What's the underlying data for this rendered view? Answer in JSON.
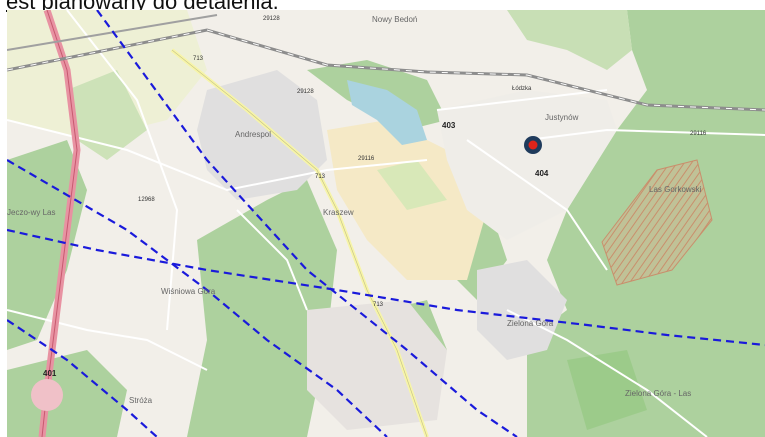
{
  "caption": "est planowany do detalenia.",
  "map": {
    "places": {
      "nowy_bedon": "Nowy Bedoń",
      "andrespol": "Andrespol",
      "justynow": "Justynów",
      "lodzka": "Łódzka",
      "kraszew": "Kraszew",
      "las_gorkowski": "Las Gorkowski",
      "wisniowa_gora": "Wiśniowa Góra",
      "zielona_gora": "Zielona Góra",
      "zielona_gora_las": "Zielona Góra - Las",
      "stroza": "Stróża",
      "jeczo_wy_las": "Jeczo-wy Las"
    },
    "road_numbers": {
      "r29128": "29128",
      "r713": "713",
      "r29128b": "29128",
      "r403": "403",
      "r404": "404",
      "r401": "401",
      "r29116": "29116",
      "r29116b": "29116",
      "r12968": "12968",
      "r713b": "713",
      "r713c": "713"
    },
    "marker": {
      "fill": "#e0241a",
      "ring": "#1f3b5c"
    },
    "colors": {
      "forest": "#add19e",
      "forest_dark": "#9ccb8a",
      "background": "#f2efe9",
      "farmland": "#eef0d5",
      "residential": "#e0dfdf",
      "sand": "#f5e9c6",
      "water": "#aad3df",
      "motorway": "#e892a2",
      "powerline": "#1a1adb",
      "railway": "#8d8d8d",
      "protected": "#c98f6c"
    }
  }
}
